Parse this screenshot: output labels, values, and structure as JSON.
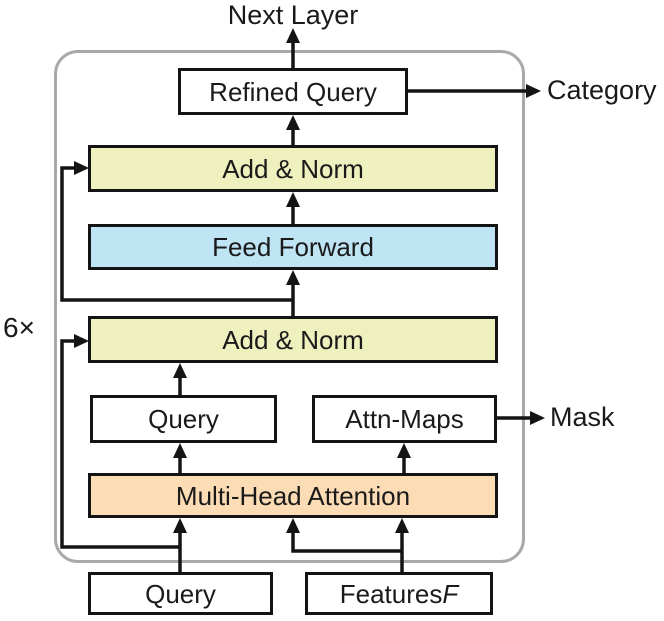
{
  "diagram": {
    "loop_label": "6×",
    "top_label": "Next Layer",
    "outputs": {
      "category": "Category",
      "mask": "Mask"
    },
    "nodes": {
      "refined_query": "Refined Query",
      "add_norm_1": "Add & Norm",
      "feed_forward": "Feed Forward",
      "add_norm_2": "Add & Norm",
      "query_mid": "Query",
      "attn_maps": "Attn-Maps",
      "mha": "Multi-Head Attention",
      "query_in": "Query",
      "features_prefix": "Features ",
      "features_var": "F"
    },
    "colors": {
      "add_norm": "#eef0be",
      "feed_forward": "#bfe4f4",
      "attention": "#fcdcb4",
      "box_border": "#141414",
      "container_border": "#a9a9a9",
      "wire": "#141414"
    }
  }
}
